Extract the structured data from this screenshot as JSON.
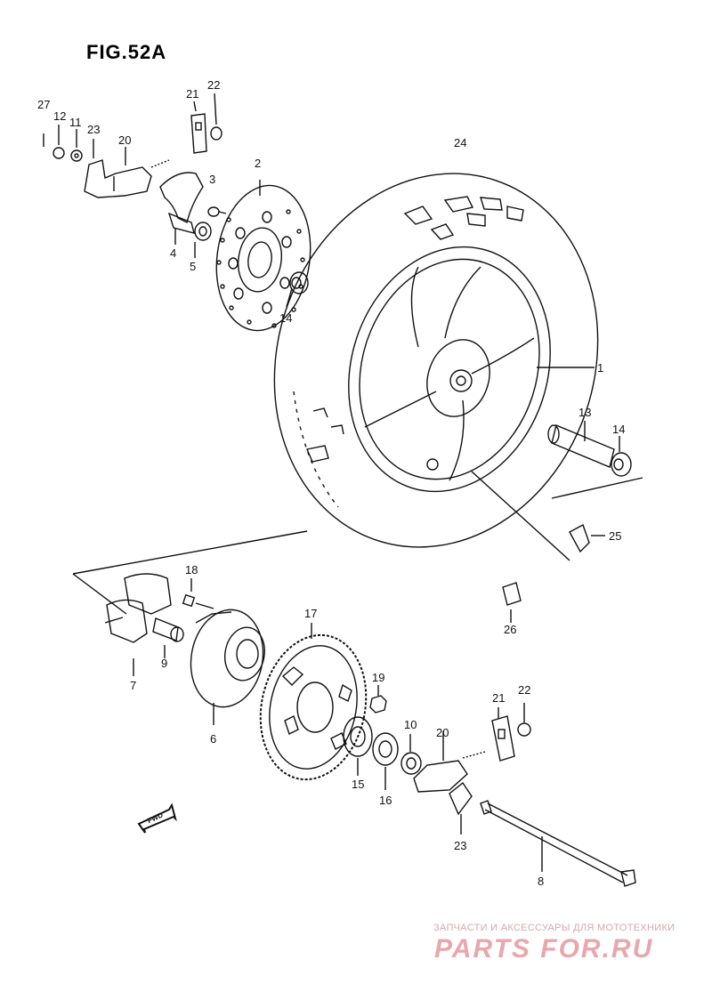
{
  "figure": {
    "title": "FIG.52A"
  },
  "fwd_label": "FWD",
  "watermark": {
    "caption": "ЗАПЧАСТИ И АКСЕССУАРЫ ДЛЯ МОТОТЕХНИКИ",
    "logo": "PARTS FOR.RU"
  },
  "callouts": [
    "27",
    "12",
    "11",
    "23",
    "20",
    "21",
    "22",
    "2",
    "3",
    "4",
    "5",
    "14",
    "24",
    "1",
    "13",
    "14",
    "25",
    "18",
    "17",
    "9",
    "7",
    "6",
    "19",
    "21",
    "22",
    "10",
    "20",
    "26",
    "15",
    "16",
    "23",
    "8"
  ],
  "colors": {
    "ink": "#111111",
    "paper": "#ffffff",
    "watermark": "#e8a7ad"
  }
}
